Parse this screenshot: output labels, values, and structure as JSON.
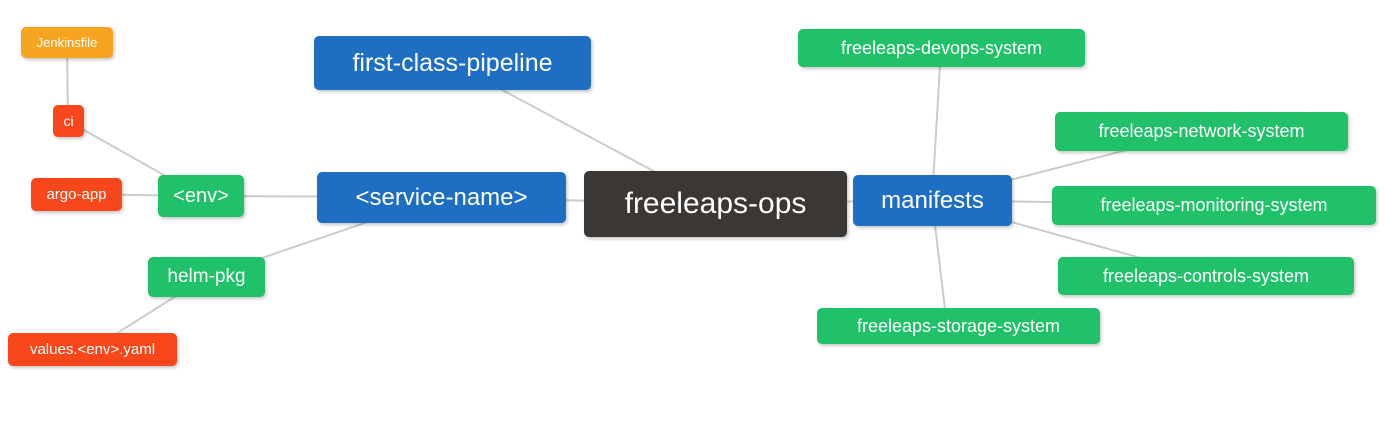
{
  "page": {
    "kind": "mindmap",
    "background": "#ffffff"
  },
  "palette": {
    "blue": "#1E6FC4",
    "green": "#21C16A",
    "red_orange": "#F9471B",
    "amber": "#F7A521",
    "dark": "#3B3735",
    "edge_line": "#CCCCCC",
    "node_text": "#FFFFFF"
  },
  "diagram": {
    "root": "freeleaps-ops",
    "nodes": {
      "freeleaps_ops": {
        "label": "freeleaps-ops",
        "color": "#3B3735"
      },
      "first_class_pipeline": {
        "label": "first-class-pipeline",
        "color": "#1E6FC4"
      },
      "service_name": {
        "label": "<service-name>",
        "color": "#1E6FC4"
      },
      "manifests": {
        "label": "manifests",
        "color": "#1E6FC4"
      },
      "env": {
        "label": "<env>",
        "color": "#21C16A"
      },
      "helm_pkg": {
        "label": "helm-pkg",
        "color": "#21C16A"
      },
      "ci": {
        "label": "ci",
        "color": "#F9471B"
      },
      "argo_app": {
        "label": "argo-app",
        "color": "#F9471B"
      },
      "jenkinsfile": {
        "label": "Jenkinsfile",
        "color": "#F7A521"
      },
      "values_env_yaml": {
        "label": "values.<env>.yaml",
        "color": "#F9471B"
      },
      "devops_system": {
        "label": "freeleaps-devops-system",
        "color": "#21C16A"
      },
      "network_system": {
        "label": "freeleaps-network-system",
        "color": "#21C16A"
      },
      "monitoring_system": {
        "label": "freeleaps-monitoring-system",
        "color": "#21C16A"
      },
      "controls_system": {
        "label": "freeleaps-controls-system",
        "color": "#21C16A"
      },
      "storage_system": {
        "label": "freeleaps-storage-system",
        "color": "#21C16A"
      }
    },
    "edges": [
      [
        "jenkinsfile",
        "ci"
      ],
      [
        "ci",
        "env"
      ],
      [
        "argo_app",
        "env"
      ],
      [
        "env",
        "service_name"
      ],
      [
        "helm_pkg",
        "service_name"
      ],
      [
        "values_env_yaml",
        "helm_pkg"
      ],
      [
        "first_class_pipeline",
        "freeleaps_ops"
      ],
      [
        "service_name",
        "freeleaps_ops"
      ],
      [
        "freeleaps_ops",
        "manifests"
      ],
      [
        "manifests",
        "devops_system"
      ],
      [
        "manifests",
        "network_system"
      ],
      [
        "manifests",
        "monitoring_system"
      ],
      [
        "manifests",
        "controls_system"
      ],
      [
        "manifests",
        "storage_system"
      ]
    ]
  }
}
